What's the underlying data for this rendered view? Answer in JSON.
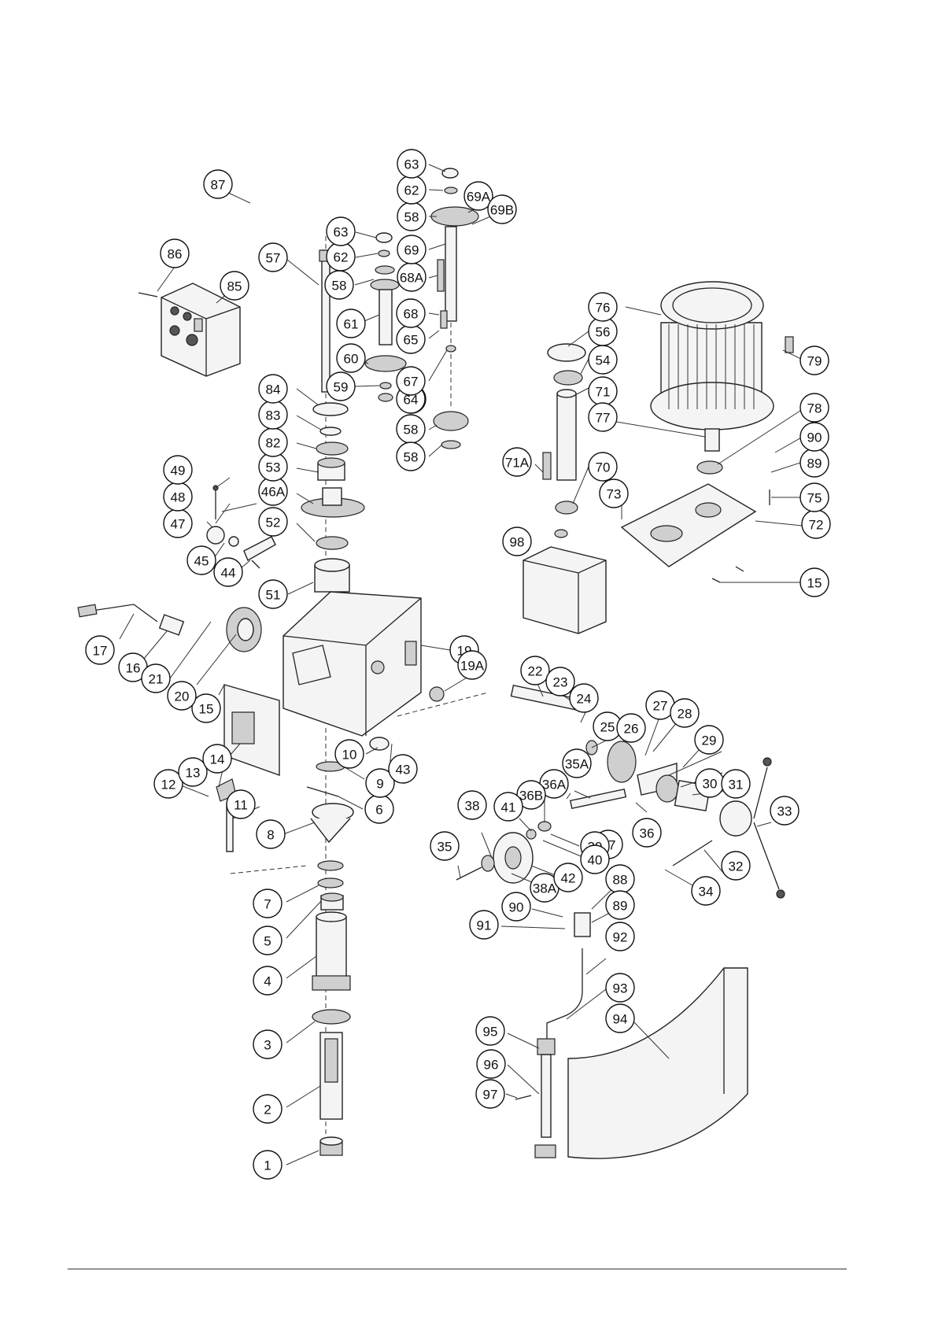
{
  "diagram": {
    "callouts": [
      "1",
      "2",
      "3",
      "4",
      "5",
      "6",
      "7",
      "8",
      "9",
      "10",
      "11",
      "12",
      "13",
      "14",
      "15",
      "15",
      "16",
      "17",
      "19",
      "19A",
      "20",
      "21",
      "22",
      "23",
      "24",
      "25",
      "26",
      "27",
      "28",
      "29",
      "30",
      "31",
      "32",
      "33",
      "34",
      "35",
      "35A",
      "36",
      "36A",
      "36B",
      "37",
      "38",
      "38A",
      "39",
      "40",
      "41",
      "42",
      "43",
      "44",
      "45",
      "46A",
      "47",
      "48",
      "49",
      "51",
      "52",
      "53",
      "54",
      "56",
      "57",
      "58",
      "58",
      "58",
      "58",
      "58",
      "59",
      "60",
      "61",
      "62",
      "62",
      "63",
      "63",
      "64",
      "65",
      "67",
      "68",
      "68A",
      "69",
      "69A",
      "69B",
      "70",
      "71",
      "71A",
      "72",
      "73",
      "75",
      "76",
      "77",
      "78",
      "79",
      "82",
      "83",
      "84",
      "85",
      "86",
      "87",
      "88",
      "89",
      "89",
      "90",
      "90",
      "91",
      "92",
      "93",
      "94",
      "95",
      "96",
      "97",
      "98"
    ]
  }
}
